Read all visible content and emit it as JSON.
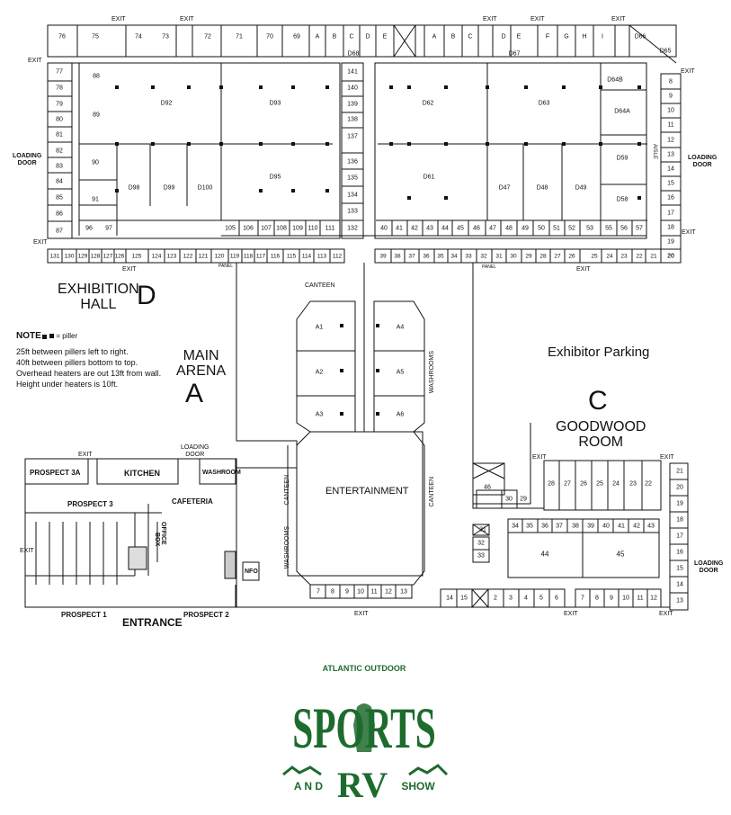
{
  "areas": {
    "exhibition_hall": {
      "name": "EXHIBITION\nHALL",
      "letter": "D"
    },
    "main_arena": {
      "name": "MAIN\nARENA",
      "letter": "A"
    },
    "goodwood": {
      "name": "GOODWOOD\nROOM",
      "letter": "C"
    },
    "parking": "Exhibitor Parking",
    "entertainment": "ENTERTAINMENT",
    "kitchen": "KITCHEN",
    "cafeteria": "CAFETERIA",
    "washroom": "WASHROOM",
    "prospect3a": "PROSPECT 3A",
    "prospect3": "PROSPECT 3",
    "prospect1": "PROSPECT 1",
    "prospect2": "PROSPECT 2",
    "entrance": "ENTRANCE",
    "box_office": "OFFICE",
    "box_office_box": "BOX",
    "info": "NFO",
    "loading_door": "LOADING\nDOOR",
    "canteen": "CANTEEN",
    "washrooms": "WASHROOMS",
    "panel": "PANEL",
    "aisle": "AISLE",
    "exit": "EXIT"
  },
  "note": {
    "title": "NOTE",
    "legend": "= piller",
    "lines": [
      "25ft between pillers left to right.",
      "40ft between pillers bottom to top.",
      "Overhead heaters are out 13ft from wall.",
      "Height under heaters is 10ft."
    ]
  },
  "booths": {
    "top_left": [
      "76",
      "75",
      "74",
      "73",
      "72",
      "71",
      "70",
      "69",
      "A",
      "B",
      "C",
      "D",
      "E"
    ],
    "top_right": [
      "A",
      "B",
      "C",
      "D",
      "E",
      "F",
      "G",
      "H",
      "I"
    ],
    "corner": [
      "D66",
      "D65"
    ],
    "left_col": [
      "77",
      "78",
      "79",
      "80",
      "81",
      "82",
      "83",
      "84",
      "85",
      "86",
      "87"
    ],
    "right_col": [
      "8",
      "9",
      "10",
      "11",
      "12",
      "13",
      "14",
      "15",
      "16",
      "17",
      "18",
      "19",
      "20"
    ],
    "mid_col": [
      "141",
      "140",
      "139",
      "138",
      "137",
      "136",
      "135",
      "134",
      "133",
      "132"
    ],
    "d_left": [
      "88",
      "89",
      "D92",
      "D93",
      "90",
      "91",
      "96",
      "97",
      "D98",
      "D99",
      "D100",
      "D95"
    ],
    "d_left_row": [
      "105",
      "106",
      "107",
      "108",
      "109",
      "110",
      "111"
    ],
    "d_right": [
      "D62",
      "D63",
      "D64B",
      "D64A",
      "D61",
      "D47",
      "D48",
      "D49",
      "D59",
      "D58"
    ],
    "d_right_row": [
      "40",
      "41",
      "42",
      "43",
      "44",
      "45",
      "46",
      "47",
      "48",
      "49",
      "50",
      "51",
      "52",
      "53",
      "55",
      "56",
      "57"
    ],
    "aisle_left": [
      "131",
      "130",
      "129",
      "128",
      "127",
      "126",
      "125",
      "124",
      "123",
      "122",
      "121",
      "120",
      "119",
      "118",
      "117",
      "116",
      "115",
      "114",
      "113",
      "112"
    ],
    "aisle_right": [
      "39",
      "38",
      "37",
      "36",
      "35",
      "34",
      "33",
      "32",
      "31",
      "30",
      "29",
      "28",
      "27",
      "26",
      "25",
      "24",
      "23",
      "22",
      "21",
      "20"
    ],
    "arena": [
      "A1",
      "A2",
      "A3",
      "A4",
      "A5",
      "A6"
    ],
    "arena_bottom": [
      "7",
      "8",
      "9",
      "10",
      "11",
      "12",
      "13"
    ],
    "goodwood_top": [
      "28",
      "27",
      "26",
      "25",
      "24",
      "23",
      "22"
    ],
    "goodwood_mid": [
      "34",
      "35",
      "36",
      "37",
      "38",
      "39",
      "40",
      "41",
      "42",
      "43"
    ],
    "goodwood_big": [
      "44",
      "45"
    ],
    "goodwood_right": [
      "21",
      "20",
      "19",
      "18",
      "17",
      "16",
      "15",
      "14",
      "13"
    ],
    "goodwood_bottom": [
      "14",
      "15",
      "2",
      "3",
      "4",
      "5",
      "6",
      "7",
      "8",
      "9",
      "10",
      "11",
      "12"
    ],
    "goodwood_small": [
      "46",
      "30",
      "29",
      "31",
      "32",
      "33"
    ],
    "aisle_names": [
      "D68",
      "D67"
    ]
  },
  "logo": {
    "top": "ATLANTIC OUTDOOR",
    "main": "SPORTS",
    "and": "A N D",
    "rv": "RV",
    "show": "SHOW",
    "color": "#1e6b2e"
  }
}
